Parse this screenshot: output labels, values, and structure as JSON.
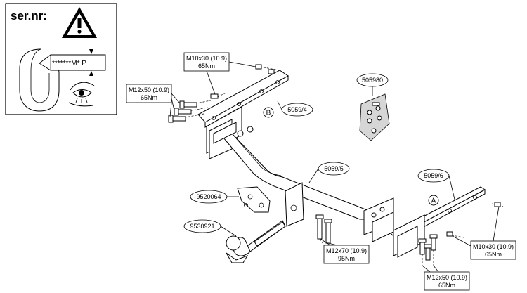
{
  "serial_box": {
    "title": "ser.nr:",
    "plate_text": "*******M* P"
  },
  "parts": {
    "left_bracket": "5059/4",
    "right_bracket": "5059/6",
    "crossbar": "5059/5",
    "socket_plate": "9520064",
    "ball": "9530921",
    "bolt_bag": "505980"
  },
  "markers": {
    "left": "B",
    "right": "A"
  },
  "bolt_specs": {
    "top_left": {
      "size": "M10x30 (10.9)",
      "torque": "65Nm"
    },
    "left": {
      "size": "M12x50 (10.9)",
      "torque": "65Nm"
    },
    "center": {
      "size": "M12x70 (10.9)",
      "torque": "95Nm"
    },
    "right": {
      "size": "M10x30 (10.9)",
      "torque": "65Nm"
    },
    "bottom_right": {
      "size": "M12x50 (10.9)",
      "torque": "65Nm"
    }
  }
}
